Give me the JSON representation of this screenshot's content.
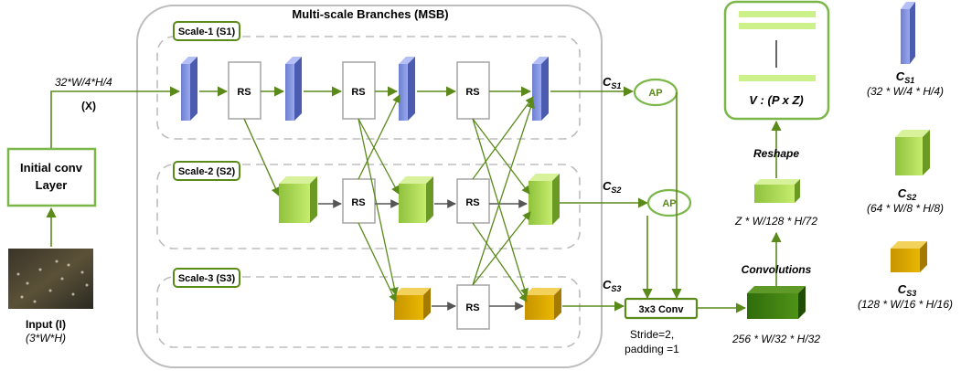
{
  "title": "Multi-scale Branches (MSB)",
  "colors": {
    "arrow": "#5a8a1a",
    "green_box": "#7ab648",
    "blue": "#8a9ae0",
    "gray_arrow": "#666666"
  },
  "input": {
    "label": "Input (I)",
    "dims": "(3*W*H)"
  },
  "initial_conv": {
    "line1": "Initial conv",
    "line2": "Layer"
  },
  "feature": {
    "dims": "32*W/4*H/4",
    "symbol": "(X)"
  },
  "scales": {
    "s1": "Scale-1 (S1)",
    "s2": "Scale-2 (S2)",
    "s3": "Scale-3 (S3)"
  },
  "rs_label": "RS",
  "outputs": {
    "cs1": "C",
    "cs1_sub": "S1",
    "cs2": "C",
    "cs2_sub": "S2",
    "cs3": "C",
    "cs3_sub": "S3"
  },
  "ap_label": "AP",
  "conv_box": "3x3 Conv",
  "conv_params": {
    "line1": "Stride=2,",
    "line2": "padding =1"
  },
  "post": {
    "conv_dims": "256 * W/32 * H/32",
    "convolutions": "Convolutions",
    "z_dims": "Z * W/128 * H/72",
    "reshape": "Reshape",
    "v_label": "V : (P x Z)"
  },
  "legend": {
    "c1": "C",
    "c1_sub": "S1",
    "c1_dims": "(32 * W/4 * H/4)",
    "c2": "C",
    "c2_sub": "S2",
    "c2_dims": "(64 * W/8 * H/8)",
    "c3": "C",
    "c3_sub": "S3",
    "c3_dims": "(128 * W/16 * H/16)"
  }
}
